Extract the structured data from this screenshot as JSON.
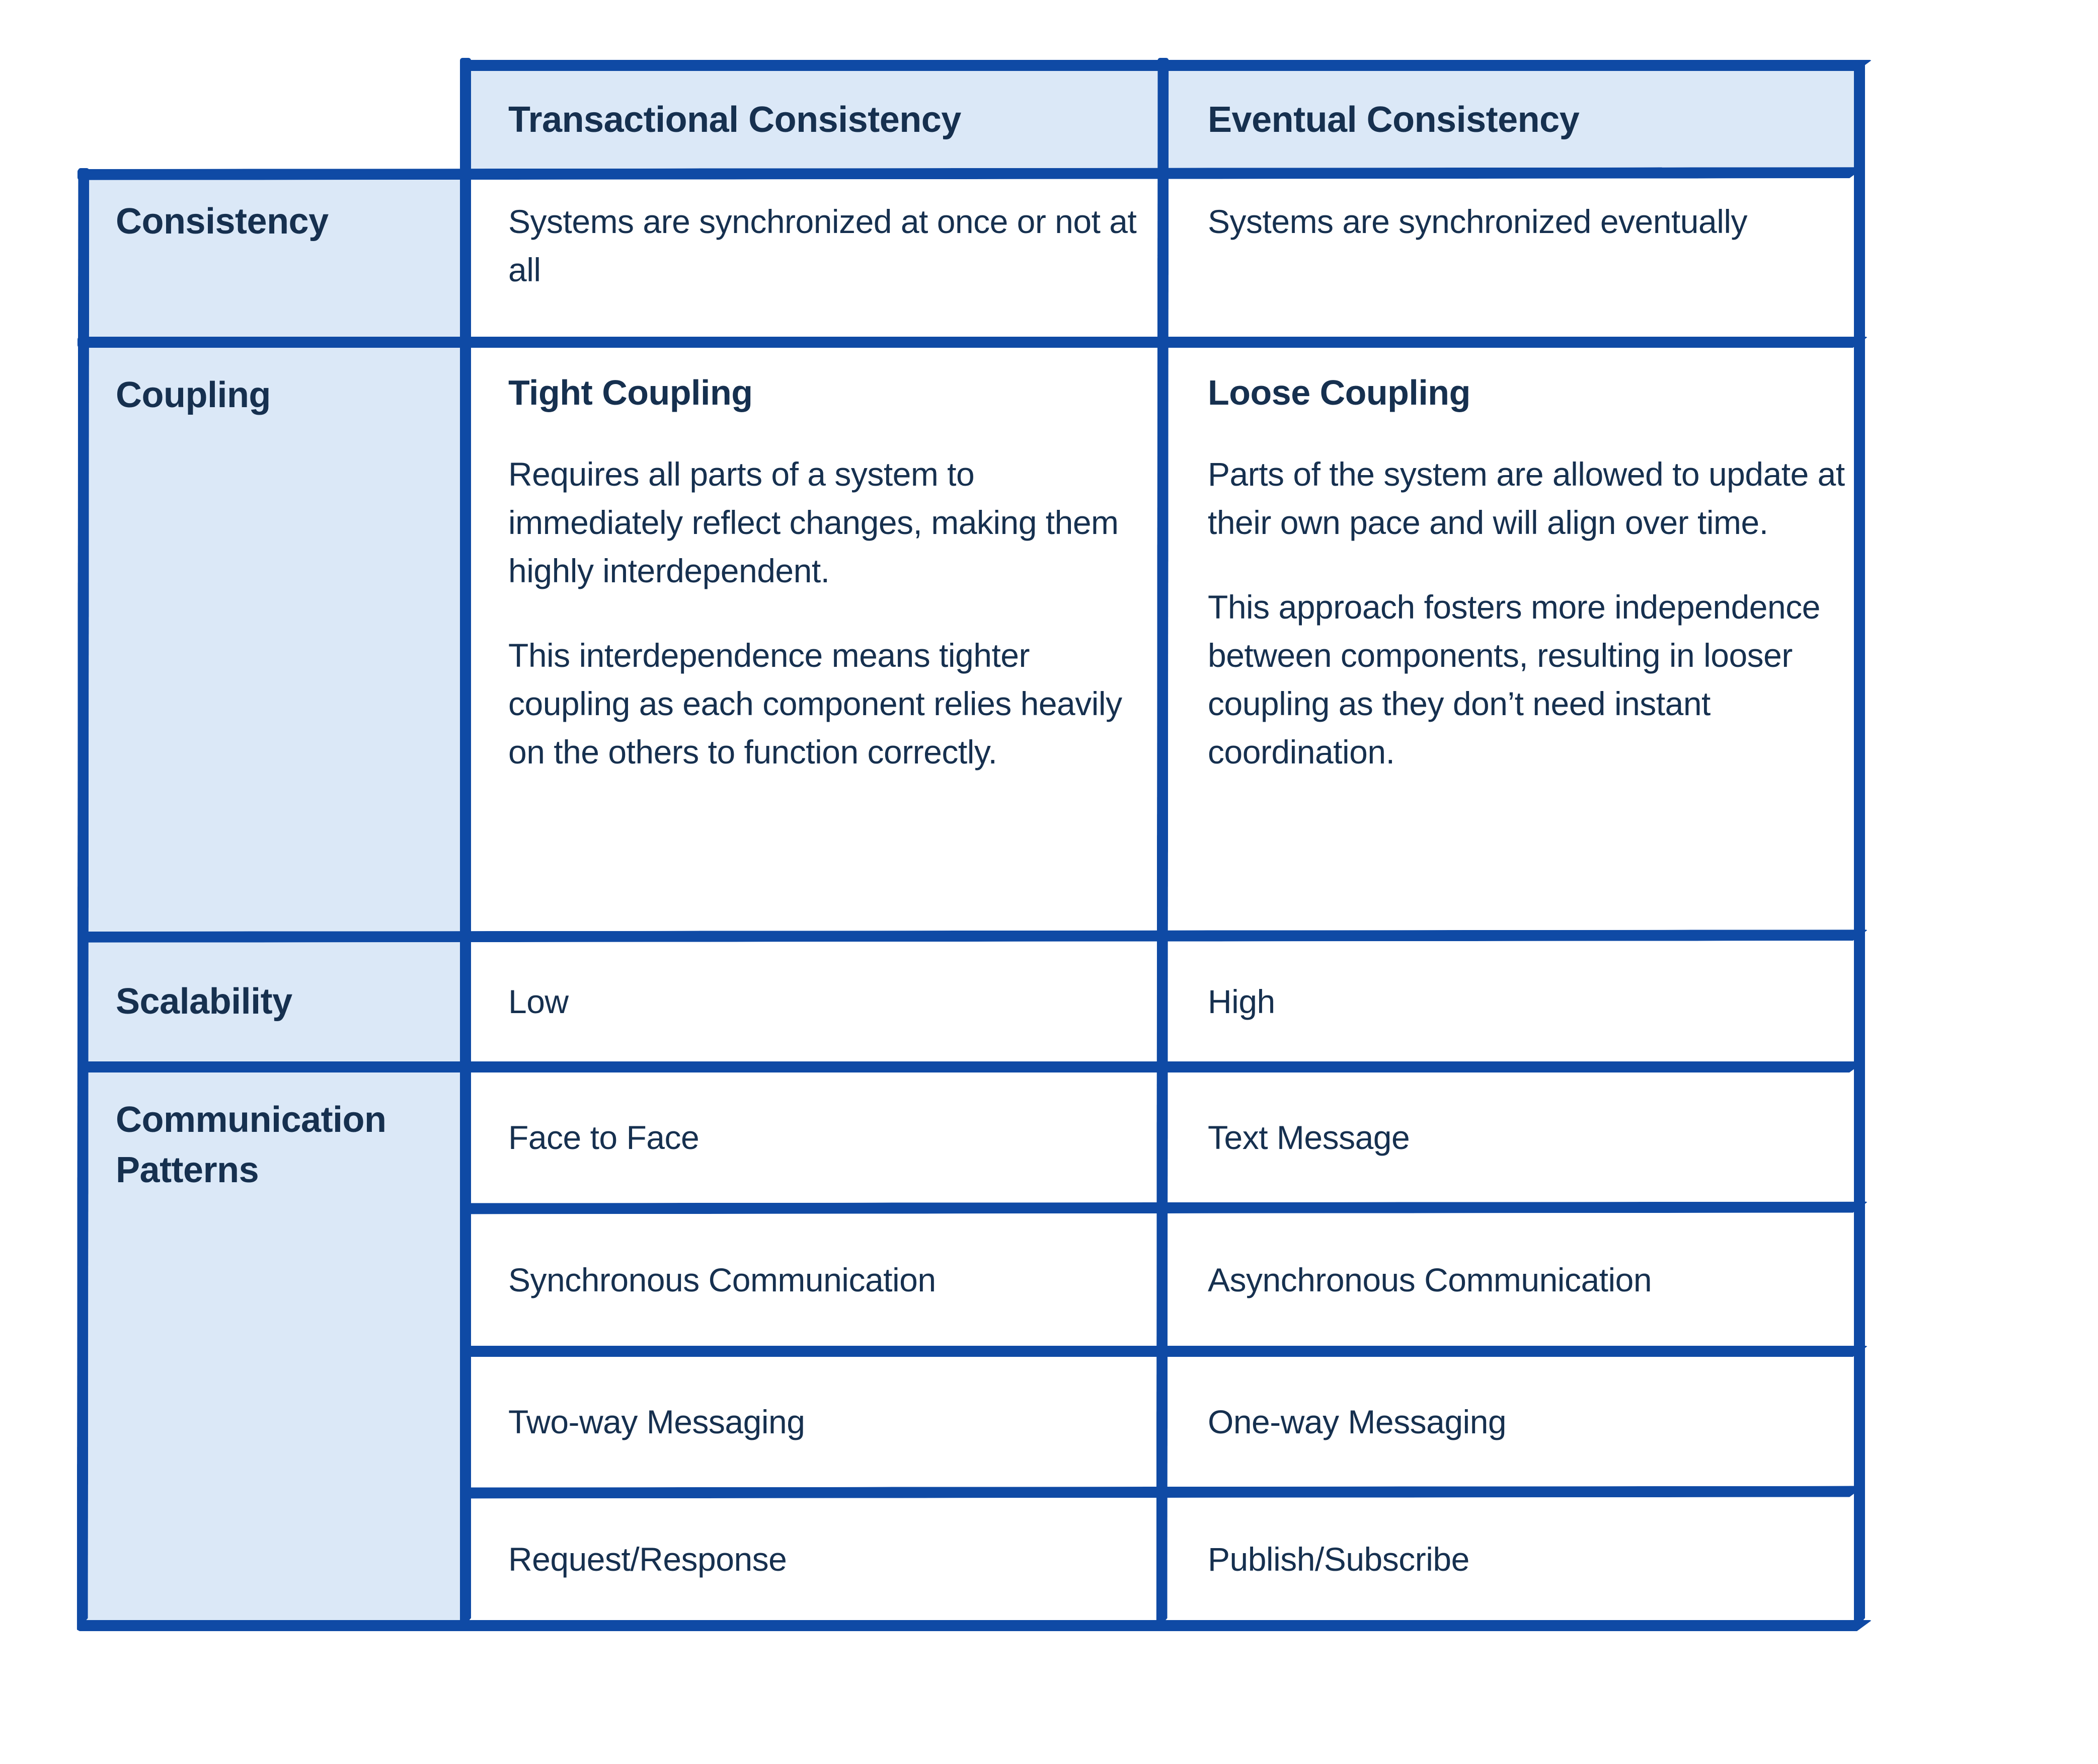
{
  "colors": {
    "border_blue": "#0f4aa5",
    "header_fill": "#dbe8f7",
    "text_navy": "#16304f",
    "cell_white": "#ffffff"
  },
  "table": {
    "columns": {
      "transactional": "Transactional Consistency",
      "eventual": "Eventual Consistency"
    },
    "rows": {
      "consistency": {
        "label": "Consistency",
        "transactional": "Systems are synchronized at once or not at all",
        "eventual": "Systems are synchronized eventually"
      },
      "coupling": {
        "label": "Coupling",
        "transactional_heading": "Tight Coupling",
        "transactional_p1": "Requires all parts of a system to immediately reflect changes, making them highly interdependent.",
        "transactional_p2": "This interdependence means tighter coupling as each component relies heavily on the others to function correctly.",
        "eventual_heading": "Loose Coupling",
        "eventual_p1": "Parts of the system are allowed to update at their own pace and will align over time.",
        "eventual_p2": "This approach fosters more independence between components, resulting in looser coupling as they don’t need instant coordination."
      },
      "scalability": {
        "label": "Scalability",
        "transactional": "Low",
        "eventual": "High"
      },
      "communication": {
        "label": "Communication Patterns",
        "pairs": [
          {
            "transactional": "Face to Face",
            "eventual": "Text Message"
          },
          {
            "transactional": "Synchronous Communication",
            "eventual": "Asynchronous Communication"
          },
          {
            "transactional": "Two-way Messaging",
            "eventual": "One-way Messaging"
          },
          {
            "transactional": "Request/Response",
            "eventual": "Publish/Subscribe"
          }
        ]
      }
    }
  }
}
